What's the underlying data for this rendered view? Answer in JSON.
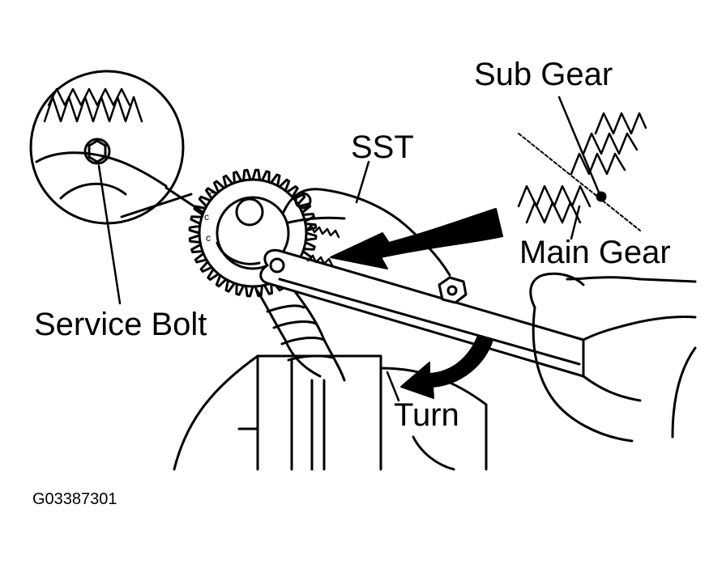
{
  "labels": {
    "sub_gear": "Sub Gear",
    "sst": "SST",
    "main_gear": "Main Gear",
    "service_bolt": "Service Bolt",
    "turn": "Turn"
  },
  "figure_code": "G03387301",
  "colors": {
    "ink": "#000000",
    "paper": "#ffffff"
  }
}
